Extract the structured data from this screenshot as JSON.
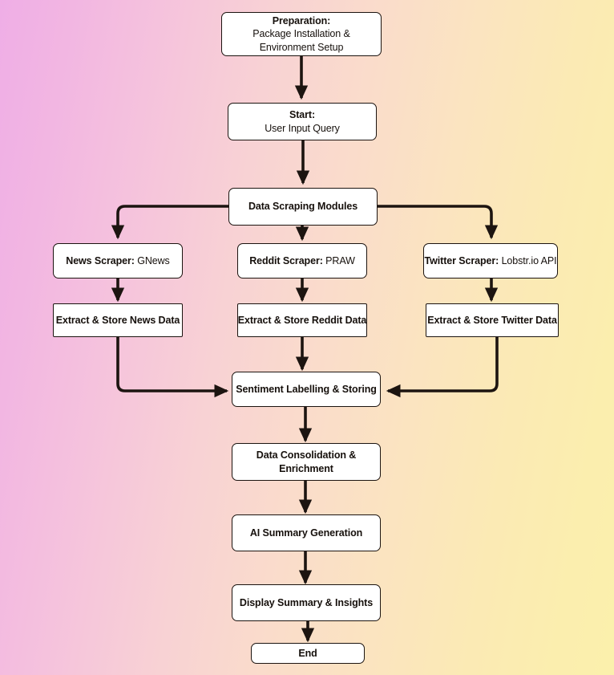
{
  "diagram": {
    "title": "Data Scraping and Sentiment Analysis Pipeline Flowchart",
    "type": "flowchart",
    "background_gradient": [
      "#efaee6",
      "#f8d2d4",
      "#fbf0ac"
    ],
    "node_fill": "#ffffff",
    "node_border": "#1c1410",
    "edge_color": "#1c1410",
    "nodes": [
      {
        "id": "preparation",
        "title": "Preparation:",
        "subtitle_line1": "Package Installation &",
        "subtitle_line2": "Environment Setup"
      },
      {
        "id": "start",
        "title": "Start:",
        "subtitle_line1": "User Input Query"
      },
      {
        "id": "data-scraping-modules",
        "title": "Data Scraping Modules"
      },
      {
        "id": "news-scraper",
        "title": "News Scraper:",
        "subtitle_line1": "GNews"
      },
      {
        "id": "reddit-scraper",
        "title": "Reddit Scraper:",
        "subtitle_line1": "PRAW"
      },
      {
        "id": "twitter-scraper",
        "title": "Twitter Scraper:",
        "subtitle_line1": "Lobstr.io API"
      },
      {
        "id": "extract-news",
        "title": "Extract & Store News Data"
      },
      {
        "id": "extract-reddit",
        "title": "Extract & Store Reddit Data"
      },
      {
        "id": "extract-twitter",
        "title": "Extract & Store Twitter Data"
      },
      {
        "id": "sentiment-labelling",
        "title": "Sentiment Labelling & Storing"
      },
      {
        "id": "data-consolidation",
        "title": "Data Consolidation &",
        "subtitle_line1": "Enrichment"
      },
      {
        "id": "ai-summary",
        "title": "AI Summary Generation"
      },
      {
        "id": "display-summary",
        "title": "Display Summary & Insights"
      },
      {
        "id": "end",
        "title": "End"
      }
    ],
    "labels": {
      "preparation_title": "Preparation:",
      "preparation_l1": "Package Installation &",
      "preparation_l2": "Environment Setup",
      "start_title": "Start:",
      "start_l1": "User Input Query",
      "scraping_modules": "Data Scraping Modules",
      "news_scraper_title": "News Scraper:",
      "news_scraper_value": "GNews",
      "reddit_scraper_title": "Reddit Scraper:",
      "reddit_scraper_value": "PRAW",
      "twitter_scraper_title": "Twitter Scraper:",
      "twitter_scraper_value": "Lobstr.io API",
      "extract_news": "Extract & Store News Data",
      "extract_reddit": "Extract & Store Reddit Data",
      "extract_twitter": "Extract & Store Twitter Data",
      "sentiment": "Sentiment Labelling & Storing",
      "consolidation_l1": "Data Consolidation &",
      "consolidation_l2": "Enrichment",
      "ai_summary": "AI Summary Generation",
      "display_summary": "Display Summary & Insights",
      "end": "End"
    },
    "edges": [
      {
        "from": "preparation",
        "to": "start",
        "style": "straight-down"
      },
      {
        "from": "start",
        "to": "data-scraping-modules",
        "style": "straight-down"
      },
      {
        "from": "data-scraping-modules",
        "to": "news-scraper",
        "style": "left-elbow"
      },
      {
        "from": "data-scraping-modules",
        "to": "reddit-scraper",
        "style": "straight-down"
      },
      {
        "from": "data-scraping-modules",
        "to": "twitter-scraper",
        "style": "right-elbow"
      },
      {
        "from": "news-scraper",
        "to": "extract-news",
        "style": "straight-down"
      },
      {
        "from": "reddit-scraper",
        "to": "extract-reddit",
        "style": "straight-down"
      },
      {
        "from": "twitter-scraper",
        "to": "extract-twitter",
        "style": "straight-down"
      },
      {
        "from": "extract-news",
        "to": "sentiment-labelling",
        "style": "down-then-right"
      },
      {
        "from": "extract-reddit",
        "to": "sentiment-labelling",
        "style": "straight-down"
      },
      {
        "from": "extract-twitter",
        "to": "sentiment-labelling",
        "style": "down-then-left"
      },
      {
        "from": "sentiment-labelling",
        "to": "data-consolidation",
        "style": "straight-down"
      },
      {
        "from": "data-consolidation",
        "to": "ai-summary",
        "style": "straight-down"
      },
      {
        "from": "ai-summary",
        "to": "display-summary",
        "style": "straight-down"
      },
      {
        "from": "display-summary",
        "to": "end",
        "style": "straight-down"
      }
    ]
  }
}
